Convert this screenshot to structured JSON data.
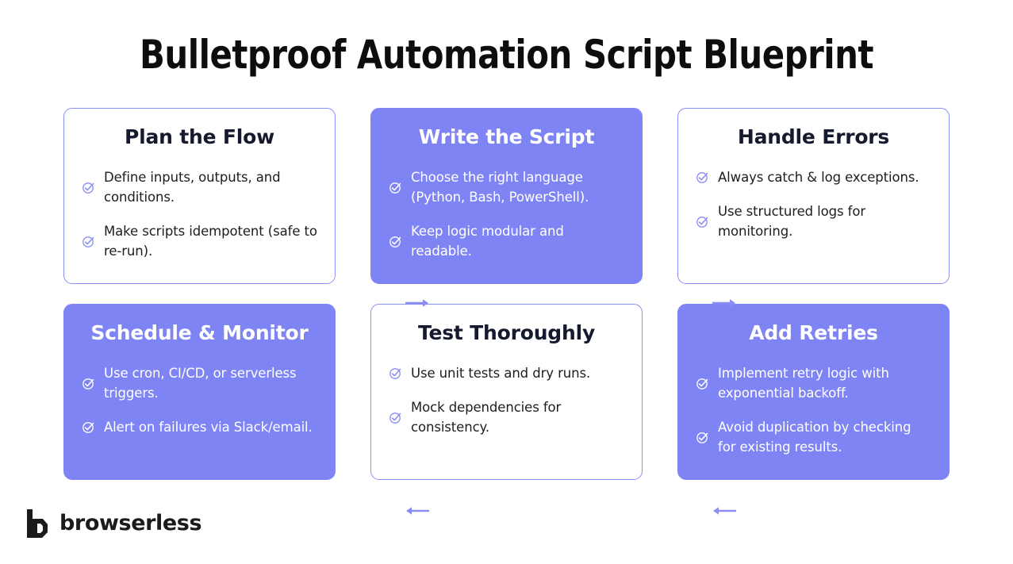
{
  "title": "Bulletproof Automation Script Blueprint",
  "theme": {
    "accent": "#7f84f5",
    "accent_border": "#8a8df2",
    "card_title_dark": "#151a2e",
    "card_title_light": "#ffffff",
    "background": "#ffffff",
    "title_color": "#0d0d0d"
  },
  "cards": [
    {
      "title": "Plan the Flow",
      "style": "light",
      "bullets": [
        "Define inputs, outputs, and conditions.",
        "Make scripts idempotent (safe to re-run)."
      ]
    },
    {
      "title": "Write the Script",
      "style": "filled",
      "bullets": [
        "Choose the right language (Python, Bash, PowerShell).",
        "Keep logic modular and readable."
      ]
    },
    {
      "title": "Handle Errors",
      "style": "light",
      "bullets": [
        "Always catch & log exceptions.",
        "Use structured logs for monitoring."
      ]
    },
    {
      "title": "Schedule & Monitor",
      "style": "filled",
      "bullets": [
        "Use cron, CI/CD, or serverless triggers.",
        "Alert on failures via Slack/email."
      ]
    },
    {
      "title": "Test Thoroughly",
      "style": "light",
      "bullets": [
        "Use unit tests and dry runs.",
        "Mock dependencies for consistency."
      ]
    },
    {
      "title": "Add Retries",
      "style": "filled",
      "bullets": [
        "Implement retry logic with exponential backoff.",
        "Avoid duplication by checking for existing results."
      ]
    }
  ],
  "arrows": [
    {
      "id": "top-1",
      "direction": "right",
      "icon": "arrow-right-icon"
    },
    {
      "id": "top-2",
      "direction": "right",
      "icon": "arrow-right-icon"
    },
    {
      "id": "bot-1",
      "direction": "left",
      "icon": "arrow-left-icon"
    },
    {
      "id": "bot-2",
      "direction": "left",
      "icon": "arrow-left-icon"
    },
    {
      "id": "bot-wrap",
      "direction": "left",
      "icon": "arrow-left-icon"
    }
  ],
  "icons": {
    "bullet_check": "check-circle-icon",
    "logo_mark": "browserless-b-mark-icon"
  },
  "footer": {
    "brand": "browserless"
  }
}
